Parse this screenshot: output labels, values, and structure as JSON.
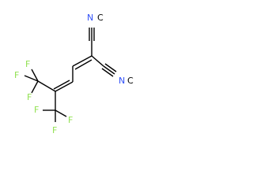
{
  "molecule": {
    "atoms": {
      "n1": "N",
      "c_n1": "C",
      "n2": "N",
      "c_n2": "C",
      "f1": "F",
      "f2": "F",
      "f3": "F",
      "f4": "F",
      "f5": "F",
      "f6": "F"
    },
    "colors": {
      "nitrogen": "#3050F8",
      "fluorine": "#90E050",
      "carbon": "#000000",
      "bond": "#000000"
    }
  }
}
